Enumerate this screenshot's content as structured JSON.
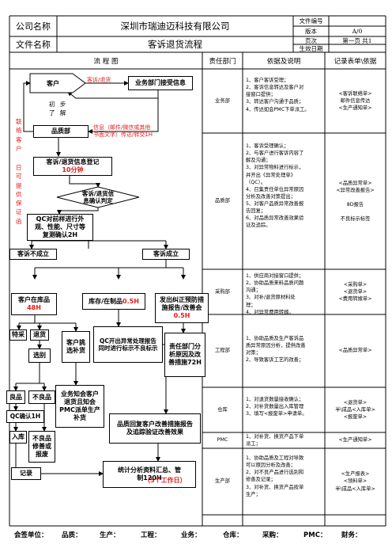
{
  "header": {
    "company_label": "公司名称",
    "company_value": "深圳市瑞迪迈科技有限公司",
    "file_label": "文件名称",
    "file_value": "客诉退货流程",
    "meta": [
      {
        "label": "文件编号",
        "value": ""
      },
      {
        "label": "版本",
        "value": "A/0"
      },
      {
        "label": "页次",
        "value": "第一页   共1"
      },
      {
        "label": "生效日期",
        "value": ""
      }
    ]
  },
  "columns": {
    "flow": "流    程    图",
    "dept": "责任部门",
    "basis": "依据及说明",
    "records": "记录表单\\依据"
  },
  "flow": {
    "customer": "客户",
    "complaint_return": "客诉/退货",
    "biz_receive": "业务部门接受信息",
    "initial_understand": "初 步\n了 解",
    "contact_customer": "联\n络\n客\n户",
    "qa_dept": "品质部",
    "info_transfer": "信息（邮件/微信或其他\n书面文字）传达/转交1H",
    "deadline_reply": "日\n可\n提\n供\n保\n证\n函",
    "register": "客诉/退货信息登记",
    "register_time": "10分钟",
    "confirm_judge": "客诉/退货信\n息确认判定",
    "qc_check": "QC对前样进行外\n观、性能、尺寸等\n复测确认2H",
    "not_valid": "客诉不成立",
    "valid": "客诉成立",
    "customer_stock": "客户在库品",
    "customer_stock_time": "48H",
    "inventory": "库存/在制品",
    "inventory_time": "0.5H",
    "issue_capa": "发出纠正预防措\n施报告/改善会",
    "issue_capa_time": "0.5H",
    "special_accept": "特采",
    "return": "退货",
    "customer_sort": "客户挑\n选补货",
    "sorting": "选别",
    "qc_abnormal": "QC开出异常处理报告\n同时进行标示不良标示",
    "resp_dept": "责任部门分\n析原因及改\n善措施72H",
    "good": "良品",
    "defective": "不良品",
    "qc_confirm": "QC确认1H",
    "biz_notify": "业务知会客户\n退货且知会\nPMC派单生产\n补货",
    "warehouse_in": "入库",
    "repair_scrap": "不良品\n修善或\n报废",
    "qa_review": "品质回复客户改善措施报告\n及追踪验证改善效果",
    "record": "记录",
    "stats": "统计分析资料汇总、管\n制120H",
    "stats_deadline": "（5个工作日）"
  },
  "rows": [
    {
      "dept": "业务部",
      "basis": "1、客户客诉受理；\n2、客诉信息转达及客户对\n接窗口提供；\n3、转达客户沟通于品质；\n4、传达如会PMC下单派工。",
      "records": "<客诉联络单>\n邮件信息传达\n<生产通知单>"
    },
    {
      "dept": "品质部",
      "basis": "1、客诉受理确认；\n2、与客户进行客诉内容了\n解及沟通；\n3、对异常物料进行标示，\n并开出《异常处理单》\n（QC）。\n4、召集责任单位异常原因\n分析及改善对策提出；\n5、对客户品质异常改善报\n告回复；\n6、对品质异常改善效果验\n证及追踪。",
      "records": "<品质异常单>\n<异常改善报告>\n\n8D报告\n\n不良标示标签"
    },
    {
      "dept": "采购部",
      "basis": "1、供应商对接窗口提供；\n2、协助品质来料品质问题\n沟通；\n3、对补/退货原材料处\n理；\n4、对异常费用转嫁。",
      "records": "<采购单>\n<退货单>\n<费用转嫁单>"
    },
    {
      "dept": "工程部",
      "basis": "1、协助品质及生产客诉品\n质异常原因分析，提供改善\n对策；\n2、导致客诉工艺的改善；",
      "records": "<品质异常单>"
    },
    {
      "dept": "仓库",
      "basis": "1、对退货数量接收确认；\n2、对补货数量出入库管理\n3、填写<报废单>申请单。",
      "records": "<退货单>\n半\\成品<入库单>\n<报废单>"
    },
    {
      "dept": "PMC",
      "basis": "1、对补货、换货产品下单\n派工；",
      "records": "<生产通知单>"
    },
    {
      "dept": "生产部",
      "basis": "1、协助品质及工程对导致\n可以原因分析及改善；\n2、对不良产品进行选别和\n修善及记录；\n3、对补货、换货产品按单\n生产；",
      "records": "<生产报表>\n<领料单>\n半\\成品<入库单>"
    }
  ],
  "footer": {
    "label": "会签单位：",
    "units": [
      "品质：",
      "生产：",
      "工程：",
      "业务：",
      "仓库：",
      "采购：",
      "PMC：",
      "财务："
    ]
  }
}
